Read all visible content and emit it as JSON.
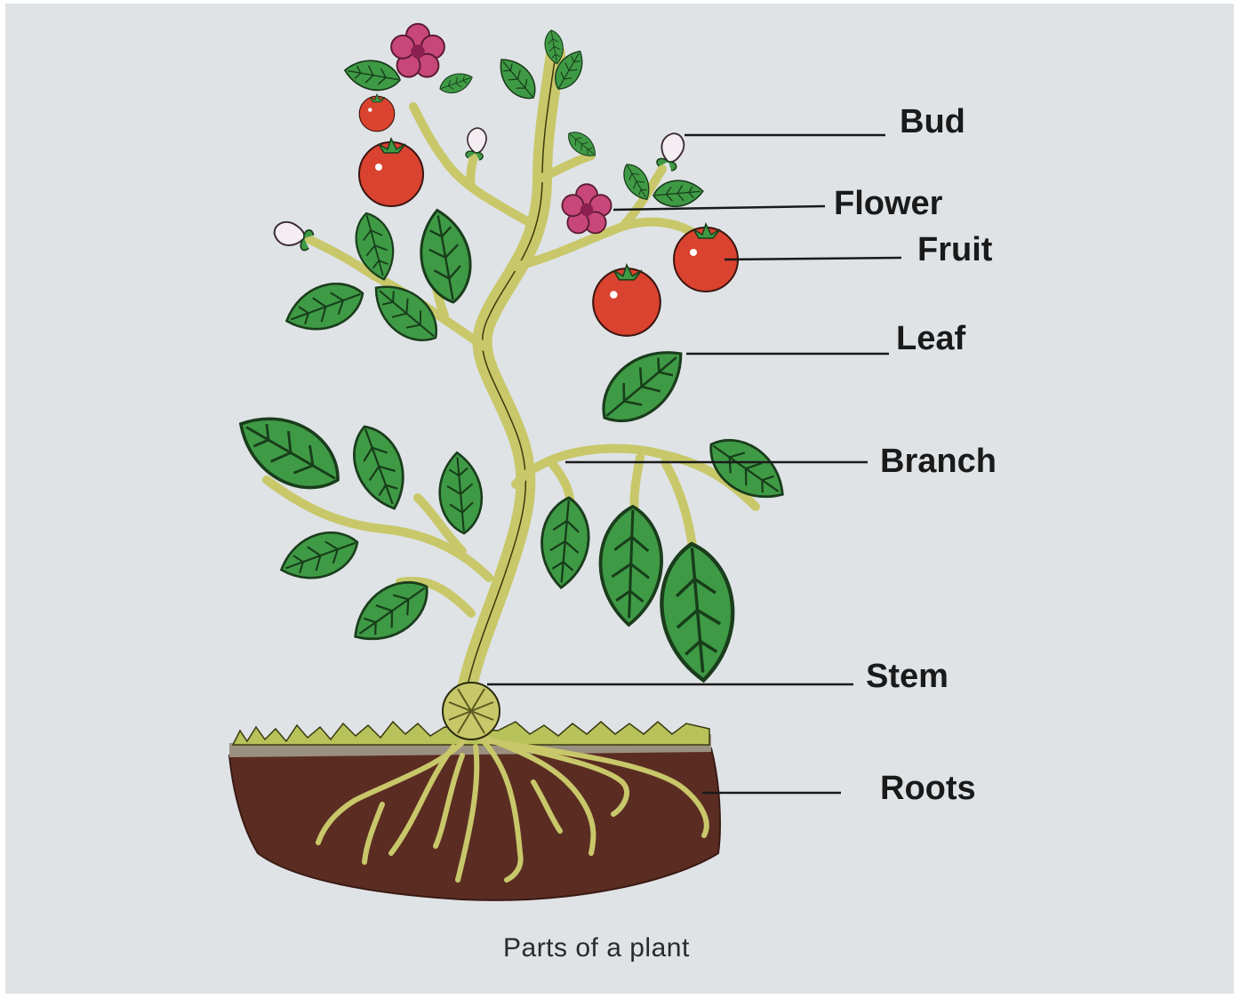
{
  "labels": {
    "bud": "Bud",
    "flower": "Flower",
    "fruit": "Fruit",
    "leaf": "Leaf",
    "branch": "Branch",
    "stem": "Stem",
    "roots": "Roots"
  },
  "caption": "Parts of a plant",
  "colors": {
    "background": "#dfe3e6",
    "leaf": "#3f9a45",
    "leaf_dark": "#1f5e26",
    "stem": "#c8c86a",
    "fruit": "#d9432f",
    "flower": "#c8477a",
    "soil": "#5b2d22",
    "grass": "#b8c25a"
  }
}
